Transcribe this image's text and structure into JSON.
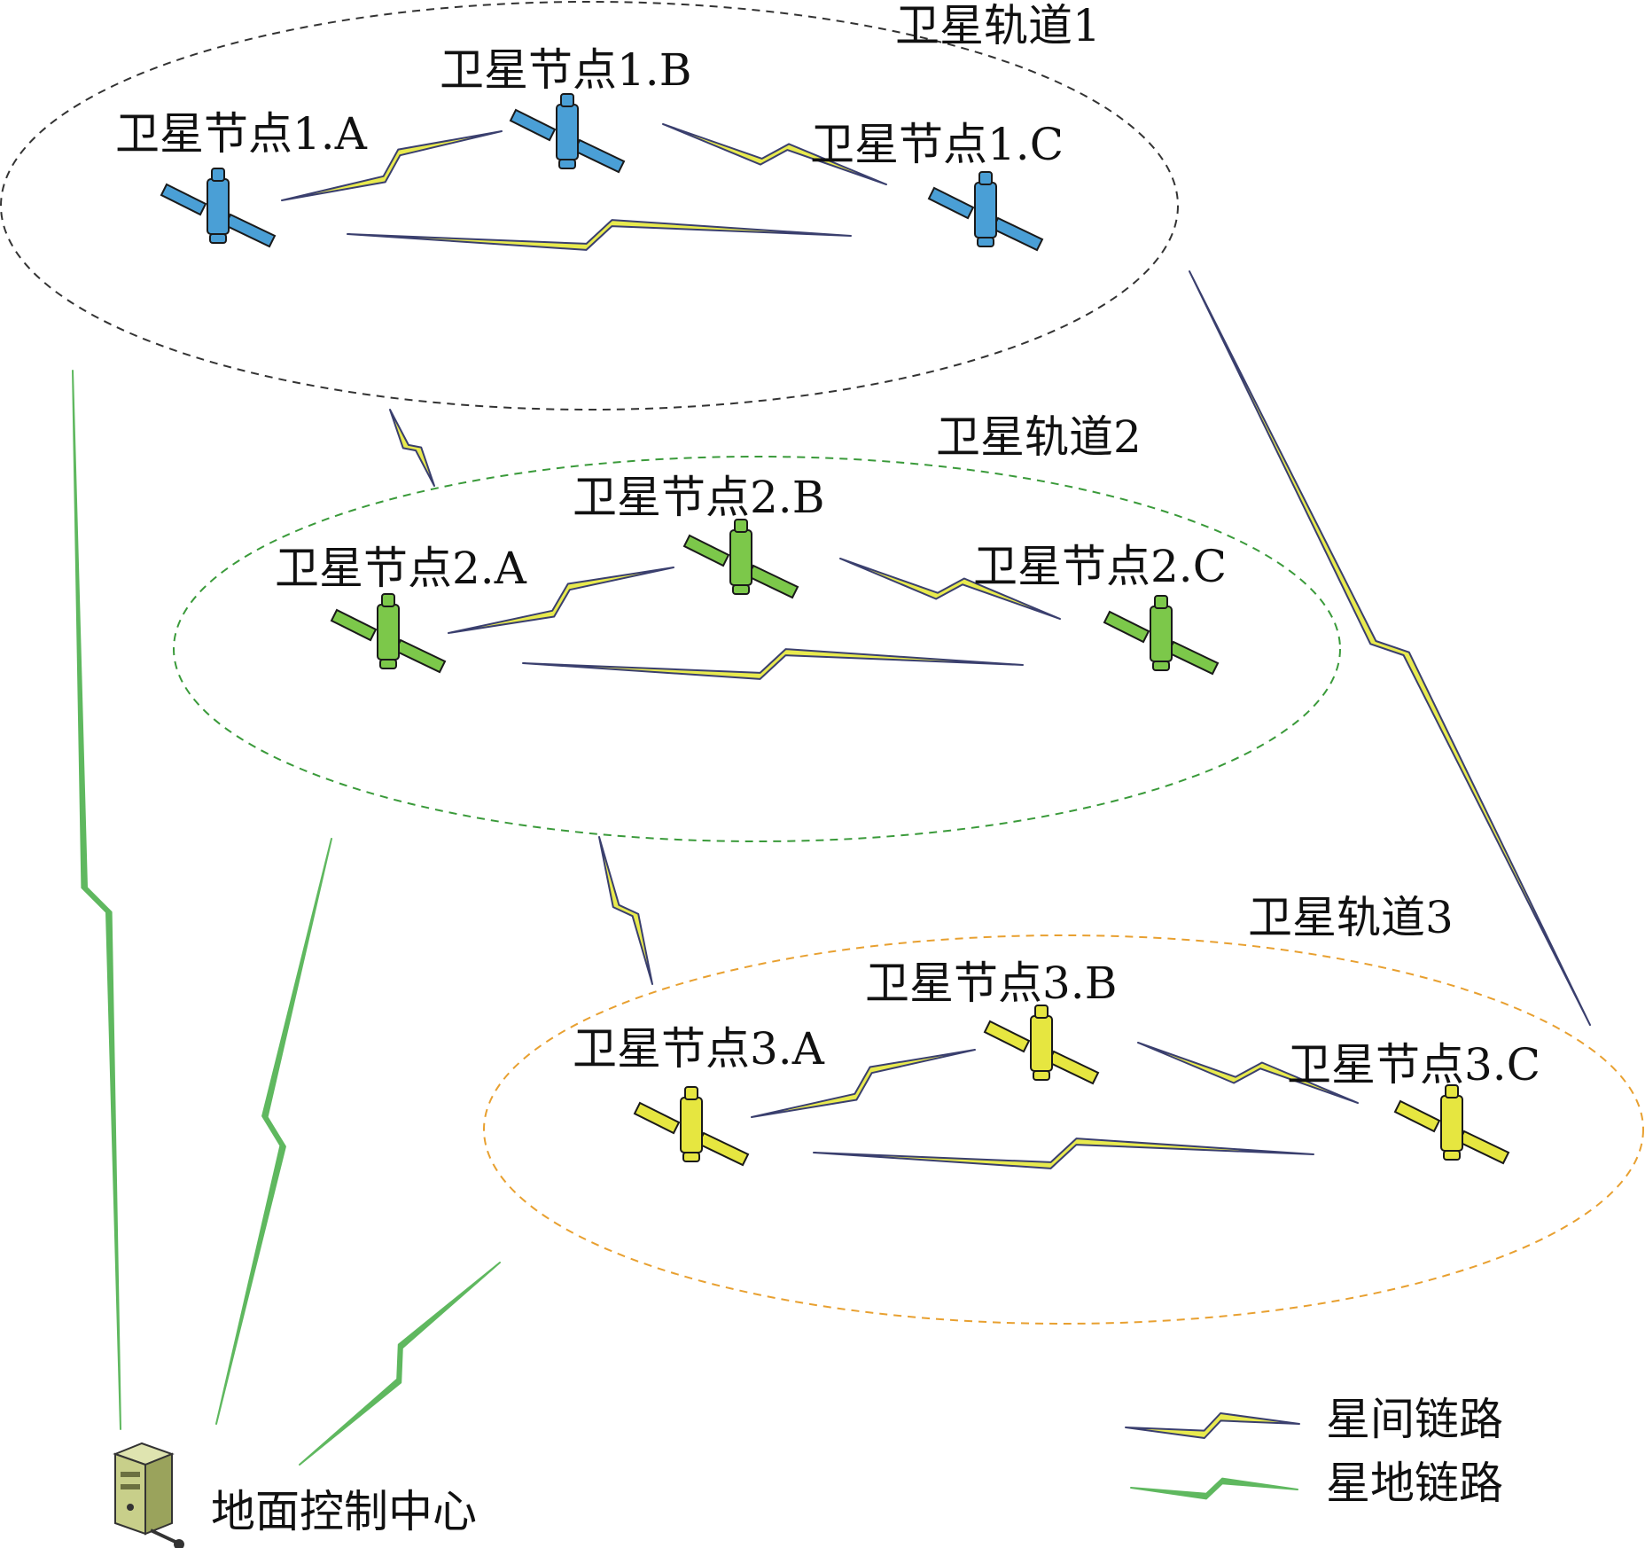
{
  "colors": {
    "link_dark": "#3a3f6e",
    "link_yellow": "#e8ea4e",
    "link_green": "#5fb85f",
    "orbit1": "#333333",
    "orbit2": "#3a9a3a",
    "orbit3": "#e8a030",
    "sat1_body": "#4a9fd6",
    "sat2_body": "#7cc84a",
    "sat3_body": "#e6e640",
    "sat_dark": "#2b2b2b"
  },
  "orbits": [
    {
      "id": "orbit1",
      "label": "卫星轨道1"
    },
    {
      "id": "orbit2",
      "label": "卫星轨道2"
    },
    {
      "id": "orbit3",
      "label": "卫星轨道3"
    }
  ],
  "nodes": {
    "n1a": {
      "label": "卫星节点1.A",
      "icon": "satellite-icon"
    },
    "n1b": {
      "label": "卫星节点1.B",
      "icon": "satellite-icon"
    },
    "n1c": {
      "label": "卫星节点1.C",
      "icon": "satellite-icon"
    },
    "n2a": {
      "label": "卫星节点2.A",
      "icon": "satellite-icon"
    },
    "n2b": {
      "label": "卫星节点2.B",
      "icon": "satellite-icon"
    },
    "n2c": {
      "label": "卫星节点2.C",
      "icon": "satellite-icon"
    },
    "n3a": {
      "label": "卫星节点3.A",
      "icon": "satellite-icon"
    },
    "n3b": {
      "label": "卫星节点3.B",
      "icon": "satellite-icon"
    },
    "n3c": {
      "label": "卫星节点3.C",
      "icon": "satellite-icon"
    }
  },
  "ground": {
    "label": "地面控制中心",
    "icon": "server-icon"
  },
  "legend": {
    "inter_satellite": "星间链路",
    "satellite_ground": "星地链路"
  }
}
